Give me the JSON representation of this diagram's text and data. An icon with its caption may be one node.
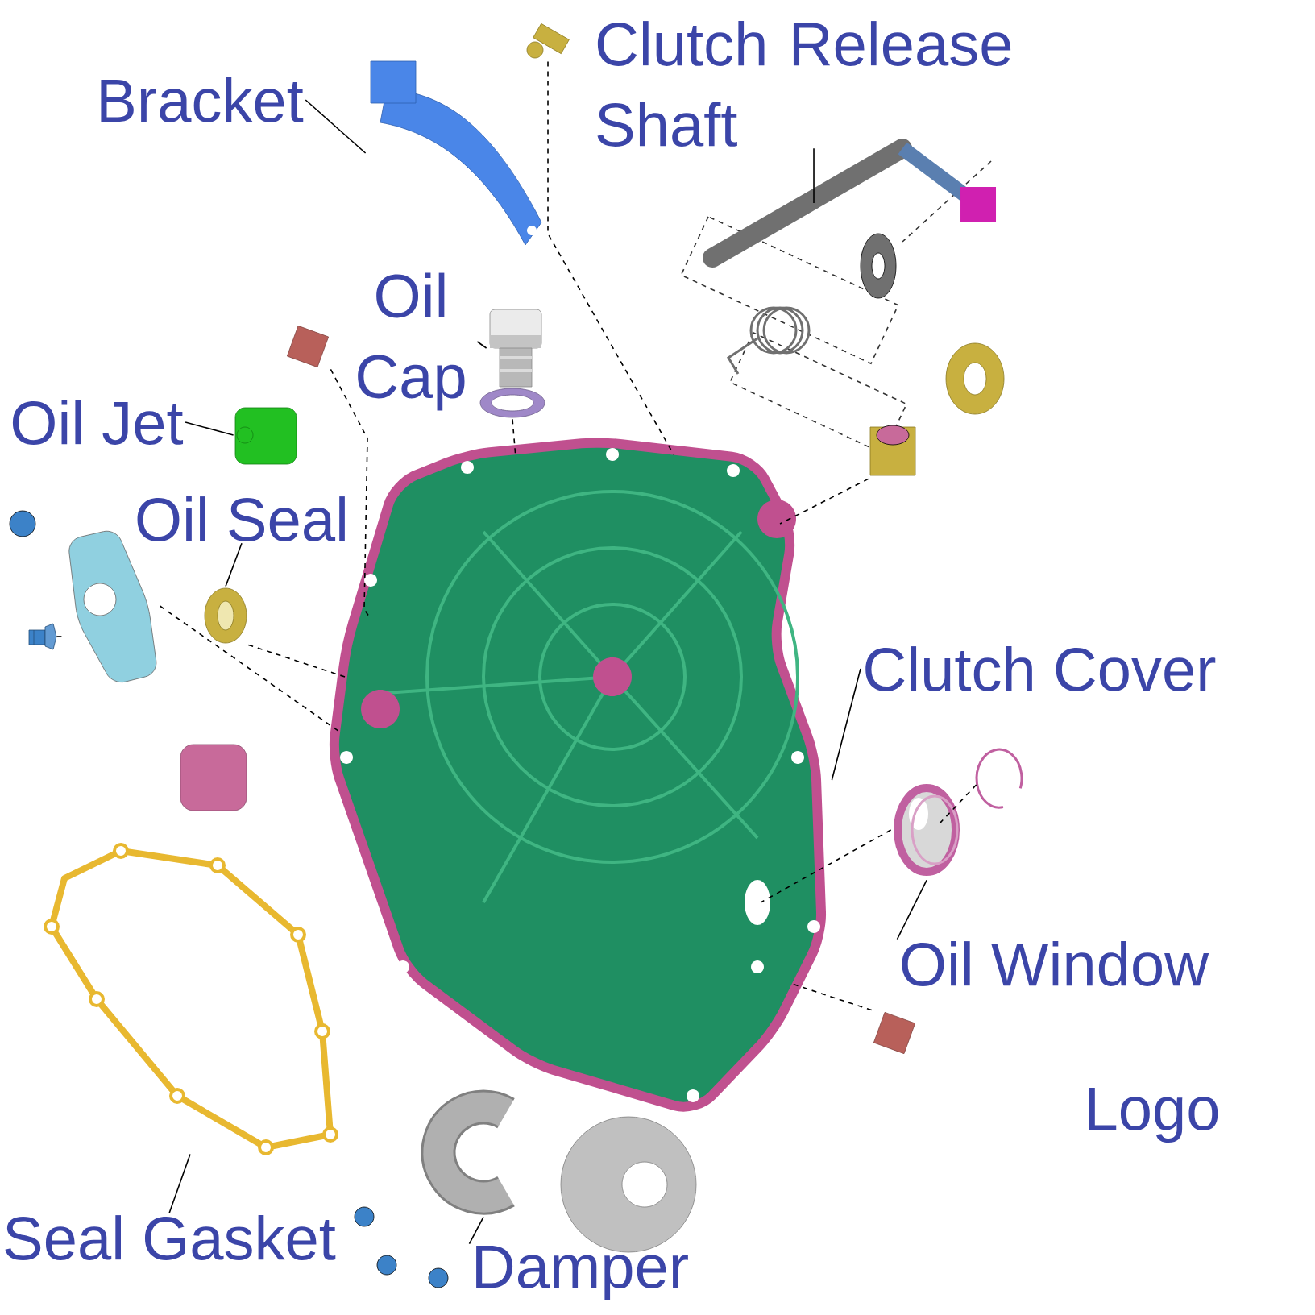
{
  "diagram": {
    "nodes": [
      {
        "text": [
          "Bracket"
        ]
      },
      {
        "text": [
          "Clutch Release Shaft"
        ]
      },
      {
        "text": [
          "Oil Cap"
        ]
      },
      {
        "text": [
          "Oil Jet"
        ]
      },
      {
        "text": [
          "Oil Seal"
        ]
      },
      {
        "text": [
          "Clutch Cover"
        ]
      },
      {
        "text": [
          "Oil Window"
        ]
      },
      {
        "text": [
          "Seal Gasket"
        ]
      },
      {
        "text": [
          "Damper"
        ]
      },
      {
        "text": [],
        "shape": "picture"
      },
      {
        "text": [],
        "shape": "picture"
      },
      {
        "text": [],
        "shape": "picture"
      },
      {
        "text": [],
        "shape": "picture"
      },
      {
        "text": [],
        "shape": "picture"
      },
      {
        "text": [],
        "shape": "picture"
      },
      {
        "text": [],
        "shape": "picture"
      },
      {
        "text": [],
        "shape": "picture"
      },
      {
        "text": [],
        "shape": "picture"
      },
      {
        "text": [],
        "shape": "picture"
      },
      {
        "text": [],
        "shape": "picture"
      },
      {
        "text": [],
        "shape": "picture"
      },
      {
        "text": [],
        "shape": "picture"
      },
      {
        "text": [],
        "shape": "picture"
      },
      {
        "text": [],
        "shape": "picture"
      },
      {
        "text": [],
        "shape": "picture"
      },
      {
        "text": [],
        "shape": "picture"
      }
    ],
    "edges": [
      {
        "from": 0,
        "to": 9,
        "arrow": "none"
      },
      {
        "from": 1,
        "to": 10,
        "arrow": "none"
      },
      {
        "from": 2,
        "to": 11,
        "arrow": "none"
      },
      {
        "from": 3,
        "to": 12,
        "arrow": "none"
      },
      {
        "from": 4,
        "to": 13,
        "arrow": "none"
      },
      {
        "from": 5,
        "to": 14,
        "arrow": "none"
      },
      {
        "from": 6,
        "to": 15,
        "arrow": "none"
      },
      {
        "from": 7,
        "to": 16,
        "arrow": "none"
      },
      {
        "from": 8,
        "to": 17,
        "arrow": "none"
      },
      {
        "from": 18,
        "to": 14,
        "arrow": "none",
        "style": "dashed"
      },
      {
        "from": 19,
        "to": 14,
        "arrow": "none",
        "style": "dashed"
      },
      {
        "from": 20,
        "to": 14,
        "arrow": "none",
        "style": "dashed"
      },
      {
        "from": 13,
        "to": 14,
        "arrow": "none",
        "style": "dashed"
      },
      {
        "from": 22,
        "to": 21,
        "arrow": "none",
        "style": "dashed"
      },
      {
        "from": 21,
        "to": 14,
        "arrow": "none",
        "style": "dashed"
      },
      {
        "from": 23,
        "to": 14,
        "arrow": "none",
        "style": "dashed"
      },
      {
        "from": 24,
        "to": 15,
        "arrow": "none",
        "style": "dashed"
      },
      {
        "from": 15,
        "to": 14,
        "arrow": "none",
        "style": "dashed"
      },
      {
        "from": 25,
        "to": 14,
        "arrow": "none",
        "style": "dashed"
      }
    ],
    "labels": [
      "Logo"
    ]
  }
}
